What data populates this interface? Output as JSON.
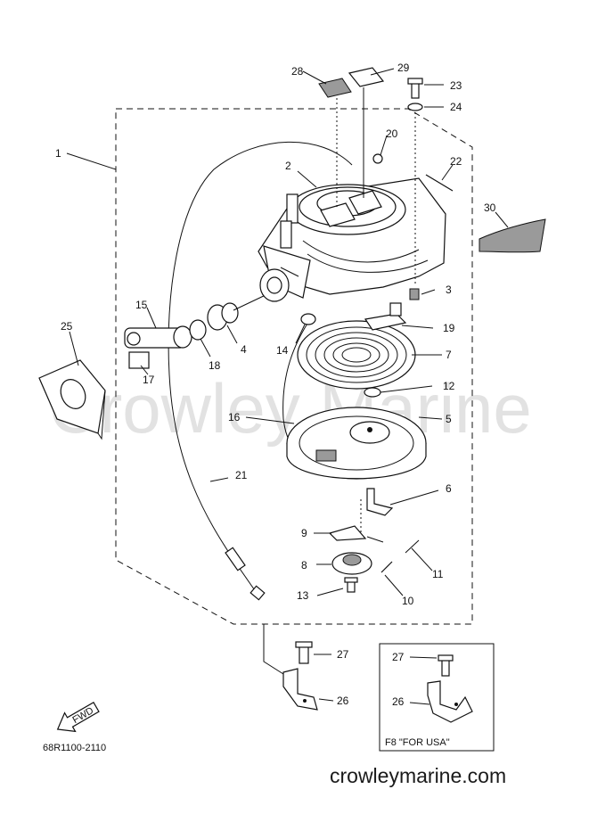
{
  "watermark": "Crowley Marine",
  "part_numbers": [
    "1",
    "2",
    "3",
    "4",
    "5",
    "6",
    "7",
    "8",
    "9",
    "10",
    "11",
    "12",
    "13",
    "14",
    "15",
    "16",
    "17",
    "18",
    "19",
    "20",
    "21",
    "22",
    "23",
    "24",
    "25",
    "26",
    "27",
    "28",
    "29",
    "30"
  ],
  "inset": {
    "part_numbers": [
      "27",
      "26"
    ],
    "caption": "F8 \"FOR USA\""
  },
  "fwd_arrow_label": "FWD",
  "diagram_code": "68R1100-2110",
  "website": "crowleymarine.com"
}
